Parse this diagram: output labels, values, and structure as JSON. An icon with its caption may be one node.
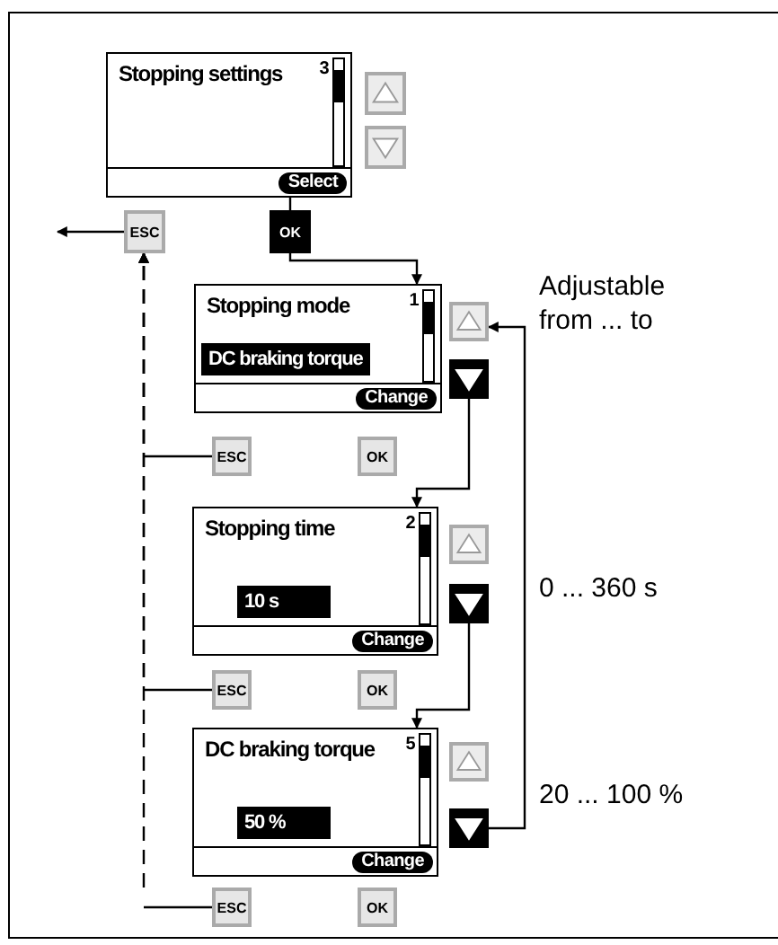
{
  "diagram": {
    "nodes": [
      {
        "text": [
          "Stopping settings",
          "3",
          "Select"
        ]
      },
      {
        "text": [],
        "shape": "box"
      },
      {
        "text": [],
        "shape": "box"
      },
      {
        "text": [
          "ESC"
        ]
      },
      {
        "text": [
          "OK"
        ]
      },
      {
        "text": [
          "Stopping mode",
          "1",
          "DC braking torque",
          "Change"
        ]
      },
      {
        "text": [],
        "shape": "box"
      },
      {
        "text": [],
        "shape": "box"
      },
      {
        "text": [
          "ESC"
        ]
      },
      {
        "text": [
          "OK"
        ]
      },
      {
        "text": [
          "Stopping time",
          "2",
          "10 s",
          "Change"
        ]
      },
      {
        "text": [],
        "shape": "box"
      },
      {
        "text": [],
        "shape": "box"
      },
      {
        "text": [
          "ESC"
        ]
      },
      {
        "text": [
          "OK"
        ]
      },
      {
        "text": [
          "DC braking torque",
          "5",
          "50 %",
          "Change"
        ]
      },
      {
        "text": [],
        "shape": "box"
      },
      {
        "text": [],
        "shape": "box"
      },
      {
        "text": [
          "ESC"
        ]
      },
      {
        "text": [
          "OK"
        ]
      }
    ],
    "edges": [
      {
        "from": 0,
        "to": 4,
        "arrow": "none"
      },
      {
        "from": 4,
        "to": 5,
        "arrow": "to"
      },
      {
        "from": 3,
        "to": null,
        "arrow": "to"
      },
      {
        "from": 7,
        "to": 10,
        "arrow": "to"
      },
      {
        "from": 12,
        "to": 15,
        "arrow": "to"
      },
      {
        "from": 17,
        "to": 6,
        "arrow": "to"
      },
      {
        "from": 8,
        "to": 3,
        "arrow": "to",
        "style": "dashed"
      },
      {
        "from": 13,
        "to": 3,
        "arrow": "to",
        "style": "dashed"
      },
      {
        "from": 18,
        "to": 3,
        "arrow": "to",
        "style": "dashed"
      }
    ],
    "labels": [
      "Adjustable from ... to",
      "0 ... 360 s",
      "20 ... 100 %"
    ]
  }
}
